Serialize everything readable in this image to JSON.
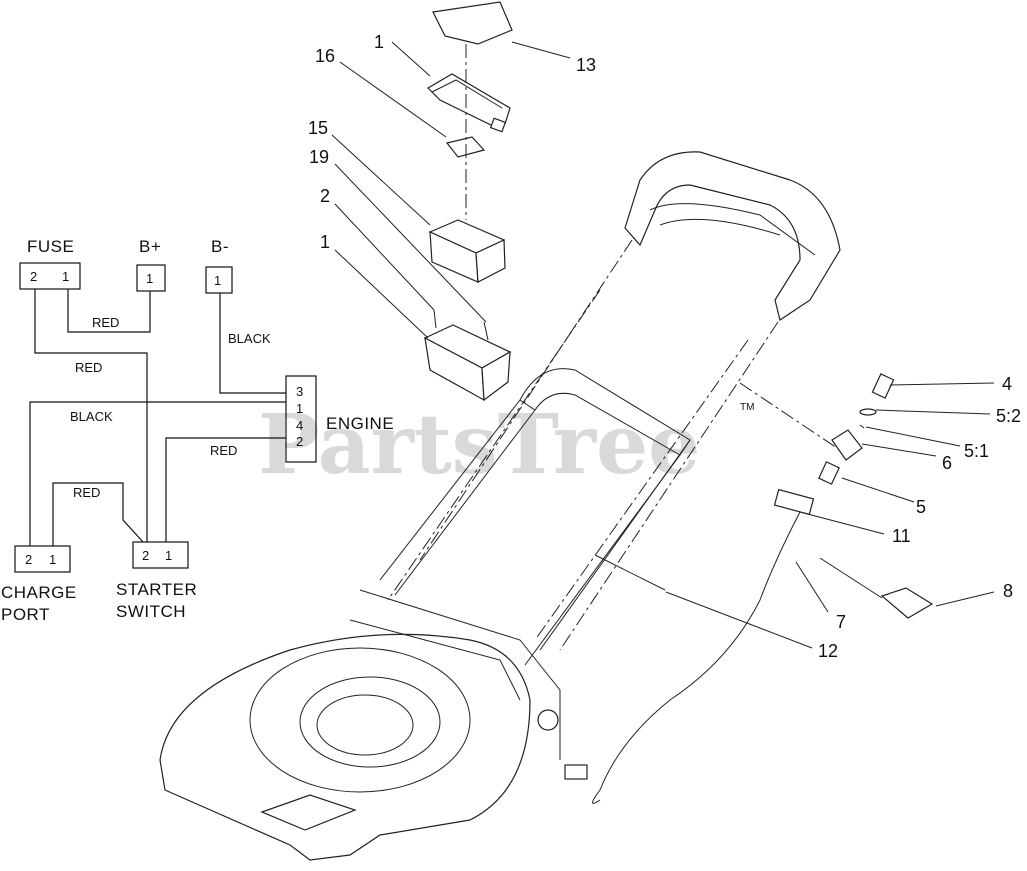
{
  "watermark": {
    "text": "PartsTree",
    "tm": "TM"
  },
  "wiring": {
    "fuse": {
      "label": "FUSE",
      "pins": [
        "2",
        "1"
      ]
    },
    "bplus": {
      "label": "B+",
      "pins": [
        "1"
      ]
    },
    "bminus": {
      "label": "B-",
      "pins": [
        "1"
      ]
    },
    "engine": {
      "label": "ENGINE",
      "pins": [
        "3",
        "1",
        "4",
        "2"
      ]
    },
    "charge_port": {
      "label_line1": "CHARGE",
      "label_line2": "PORT",
      "pins": [
        "2",
        "1"
      ]
    },
    "starter_switch": {
      "label_line1": "STARTER",
      "label_line2": "SWITCH",
      "pins": [
        "2",
        "1"
      ]
    },
    "wires": {
      "fuse_bplus": "RED",
      "fuse_starter": "RED",
      "bminus_engine": "BLACK",
      "engine_charge": "BLACK",
      "engine_starter": "RED",
      "charge_starter": "RED"
    }
  },
  "callouts": {
    "c1_top": "1",
    "c13": "13",
    "c16": "16",
    "c15": "15",
    "c19": "19",
    "c2": "2",
    "c1_tray": "1",
    "c4": "4",
    "c5_2": "5:2",
    "c5_1": "5:1",
    "c6": "6",
    "c5": "5",
    "c11": "11",
    "c8": "8",
    "c7": "7",
    "c12": "12"
  }
}
